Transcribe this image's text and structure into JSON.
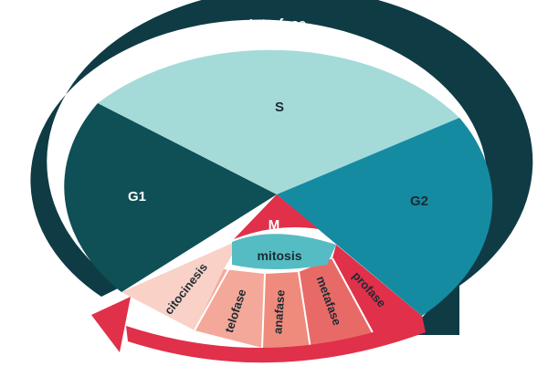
{
  "diagram": {
    "interphase_label": "Interfase",
    "phases": {
      "s": "S",
      "g1": "G1",
      "g2": "G2",
      "m": "M"
    },
    "mitosis_label": "mitosis",
    "mitosis_stages": [
      "citocinesis",
      "telofase",
      "anafase",
      "metafase",
      "profase"
    ],
    "colors": {
      "interphase_arrow": "#0f3b45",
      "s": "#a4dbd9",
      "g1": "#0f4f56",
      "g2": "#158ba2",
      "m": "#e0304a",
      "mitosis": "#56bcc3",
      "mitosis_arrow": "#e0304a",
      "citocinesis": "#f9d1c7",
      "telofase": "#f3a899",
      "anafase": "#ef8b7d",
      "metafase": "#e86a67",
      "profase": "#e0304a",
      "text_dark": "#1b2b32",
      "text_light": "#ffffff"
    }
  }
}
